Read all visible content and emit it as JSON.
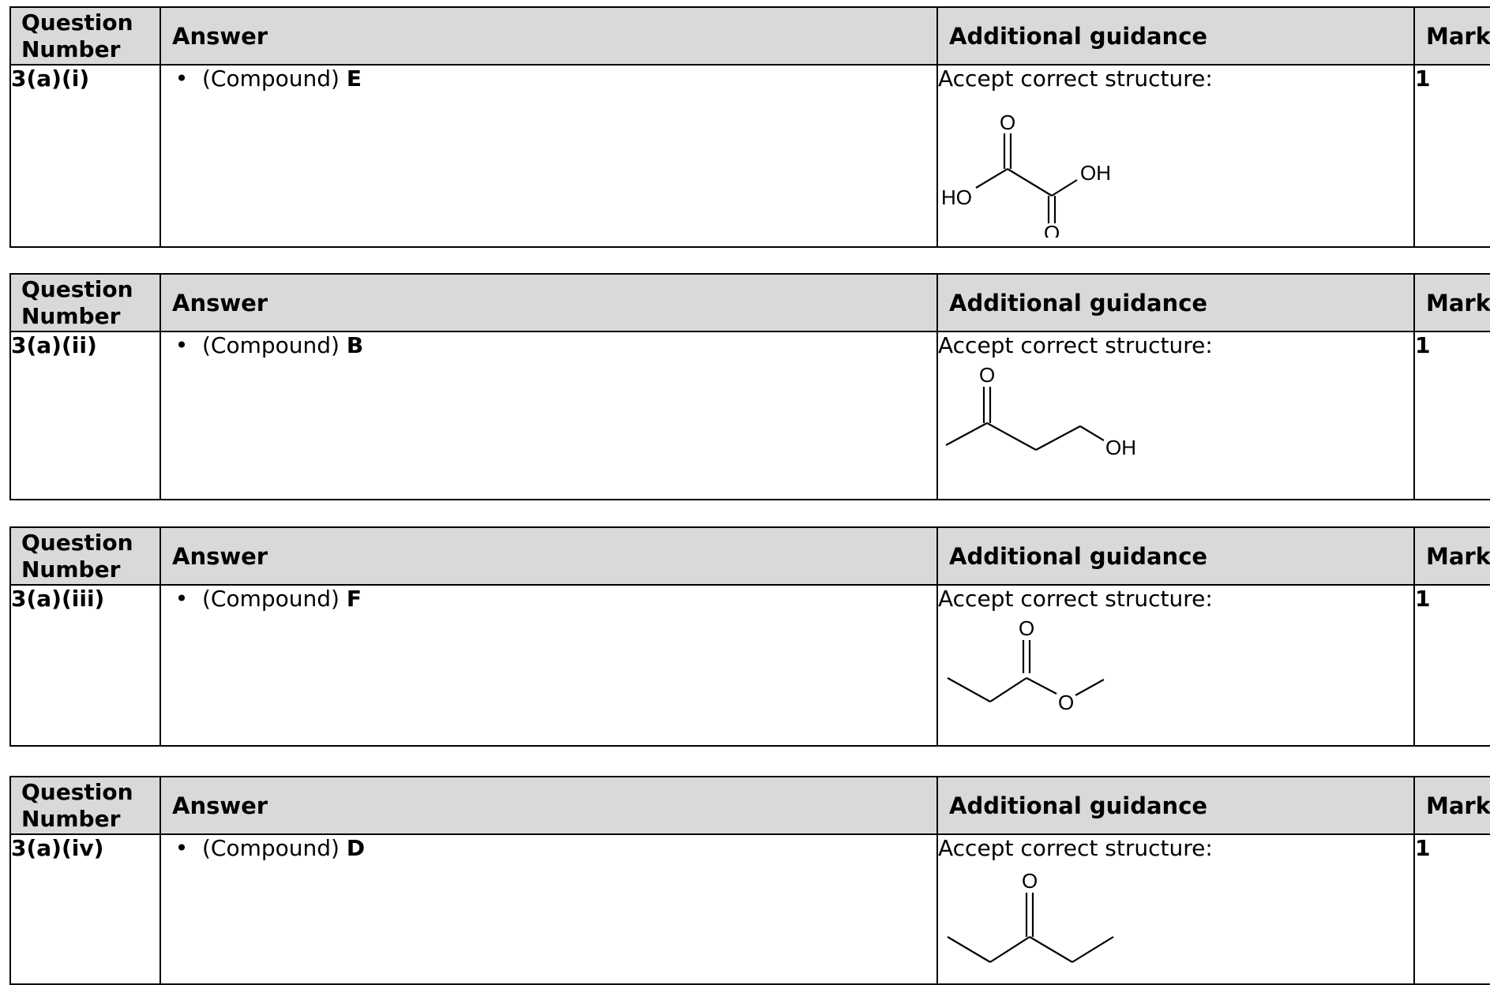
{
  "headers": {
    "question_number": "Question Number",
    "question_line1": "Question",
    "question_line2": "Number",
    "answer": "Answer",
    "guidance": "Additional guidance",
    "mark": "Mark"
  },
  "rows": [
    {
      "number": "3(a)(i)",
      "answer_prefix": "(Compound) ",
      "answer_letter": "E",
      "guidance": "Accept correct structure:",
      "mark": "1",
      "structure_labels": [
        "O",
        "OH",
        "HO",
        "O"
      ]
    },
    {
      "number": "3(a)(ii)",
      "answer_prefix": "(Compound) ",
      "answer_letter": "B",
      "guidance": "Accept correct structure:",
      "mark": "1",
      "structure_labels": [
        "O",
        "OH"
      ]
    },
    {
      "number": "3(a)(iii)",
      "answer_prefix": "(Compound) ",
      "answer_letter": "F",
      "guidance": "Accept correct structure:",
      "mark": "1",
      "structure_labels": [
        "O",
        "O"
      ]
    },
    {
      "number": "3(a)(iv)",
      "answer_prefix": "(Compound) ",
      "answer_letter": "D",
      "guidance": "Accept correct structure:",
      "mark": "1",
      "structure_labels": [
        "O"
      ]
    }
  ],
  "bullet": "•"
}
